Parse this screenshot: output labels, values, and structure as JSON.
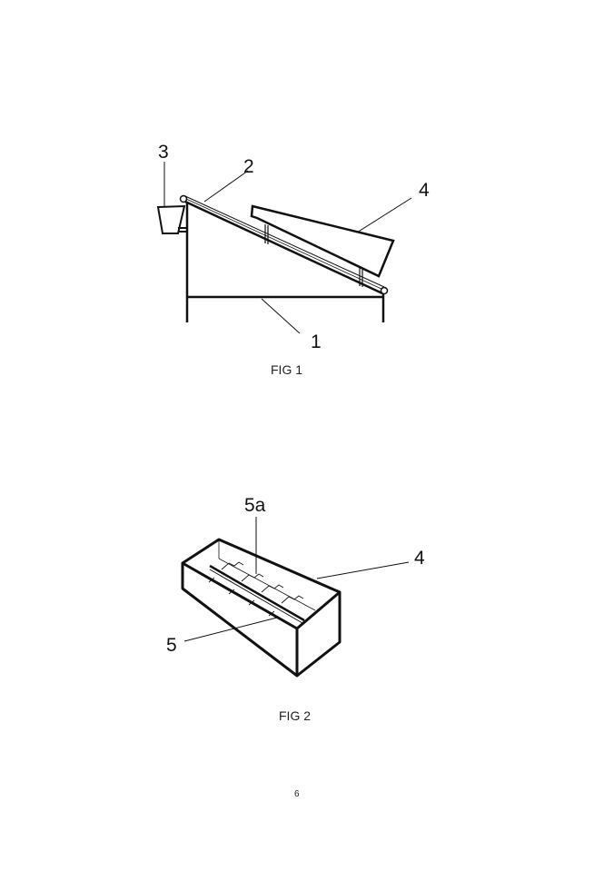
{
  "figures": [
    {
      "caption": "FIG 1",
      "labels": {
        "frame": "1",
        "rail": "2",
        "hopper": "3",
        "box": "4"
      }
    },
    {
      "caption": "FIG 2",
      "labels": {
        "box": "4",
        "rail": "5",
        "connectors": "5a"
      }
    }
  ],
  "page_number": "6"
}
